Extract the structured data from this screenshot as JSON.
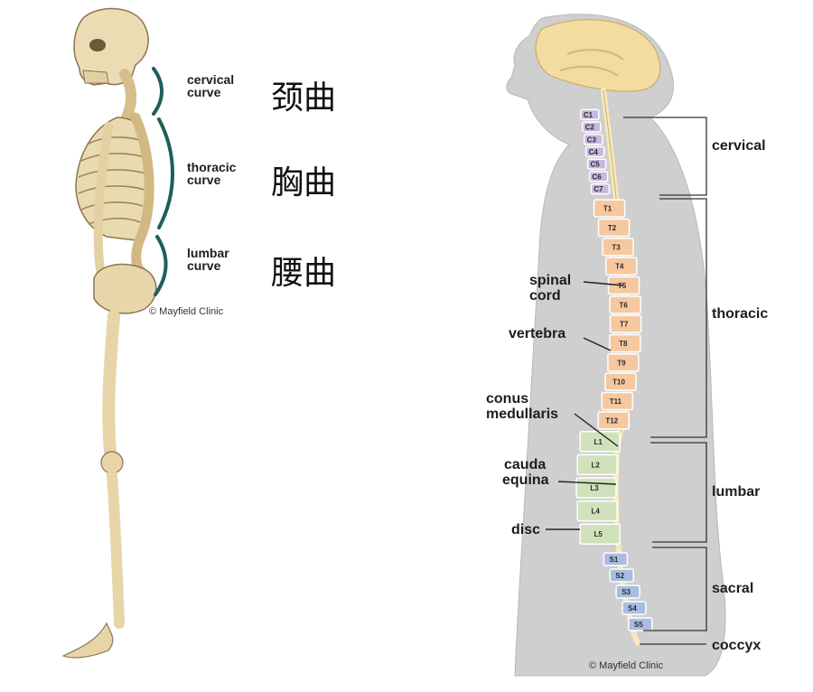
{
  "left_panel": {
    "curves": [
      {
        "label_line1": "cervical",
        "label_line2": "curve",
        "chinese": "颈曲"
      },
      {
        "label_line1": "thoracic",
        "label_line2": "curve",
        "chinese": "胸曲"
      },
      {
        "label_line1": "lumbar",
        "label_line2": "curve",
        "chinese": "腰曲"
      }
    ],
    "credit": "© Mayfield Clinic"
  },
  "right_panel": {
    "vertebrae": {
      "cervical": [
        "C1",
        "C2",
        "C3",
        "C4",
        "C5",
        "C6",
        "C7"
      ],
      "thoracic": [
        "T1",
        "T2",
        "T3",
        "T4",
        "T5",
        "T6",
        "T7",
        "T8",
        "T9",
        "T10",
        "T11",
        "T12"
      ],
      "lumbar": [
        "L1",
        "L2",
        "L3",
        "L4",
        "L5"
      ],
      "sacral": [
        "S1",
        "S2",
        "S3",
        "S4",
        "S5"
      ]
    },
    "regions": [
      "cervical",
      "thoracic",
      "lumbar",
      "sacral",
      "coccyx"
    ],
    "callouts": {
      "spinal_cord_1": "spinal",
      "spinal_cord_2": "cord",
      "vertebra": "vertebra",
      "conus_1": "conus",
      "conus_2": "medullaris",
      "cauda_1": "cauda",
      "cauda_2": "equina",
      "disc": "disc"
    },
    "colors": {
      "cervical": "#c8b8e0",
      "thoracic": "#f6c8a0",
      "lumbar": "#cfe2bc",
      "sacral": "#a9bde3",
      "body": "#cfcfcf",
      "brain": "#f3dca0",
      "cord": "#f7eab8"
    },
    "credit": "© Mayfield Clinic"
  }
}
